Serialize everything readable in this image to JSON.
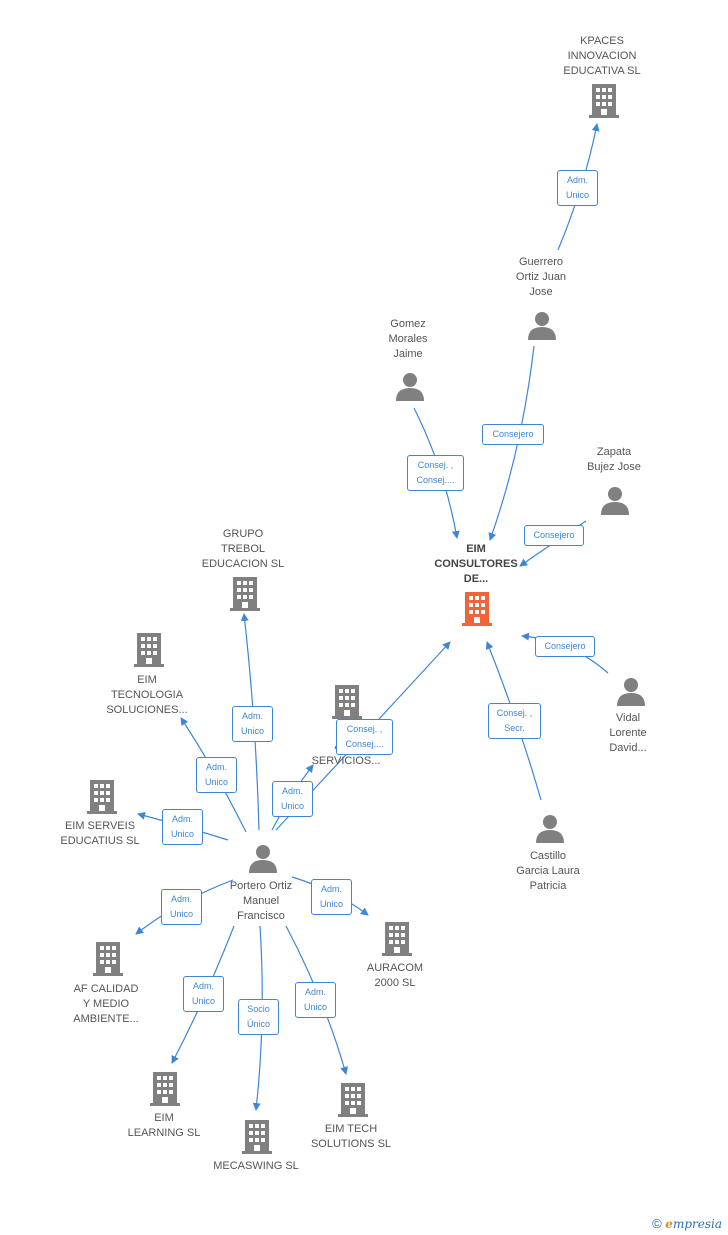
{
  "nodes": {
    "kpaces": "KPACES\nINNOVACION\nEDUCATIVA  SL",
    "guerrero": "Guerrero\nOrtiz Juan\nJose",
    "gomez": "Gomez\nMorales\nJaime",
    "zapata": "Zapata\nBujez Jose",
    "eim_main": "EIM\nCONSULTORES\nDE...",
    "vidal": "Vidal\nLorente\nDavid...",
    "castillo": "Castillo\nGarcia Laura\nPatricia",
    "grupo_trebol": "GRUPO\nTREBOL\nEDUCACION  SL",
    "eim_tecnologia": "EIM\nTECNOLOGIA\nSOLUCIONES...",
    "asoc_servicios": "ASO\nSERVICIOS...",
    "asoc_prefix": "E",
    "eim_serveis": "EIM SERVEIS\nEDUCATIUS SL",
    "portero": "Portero Ortiz\nManuel\nFrancisco",
    "auracom": "AURACOM\n2000 SL",
    "af_calidad": "AF CALIDAD\nY MEDIO\nAMBIENTE...",
    "eim_learning": "EIM\nLEARNING  SL",
    "mecaswing": "MECASWING SL",
    "eim_tech": "EIM TECH\nSOLUTIONS SL"
  },
  "relations": {
    "guerrero_kpaces": "Adm.\nUnico",
    "guerrero_main": "Consejero",
    "gomez_main": "Consej. ,\nConsej....",
    "zapata_main": "Consejero",
    "vidal_main": "Consejero",
    "castillo_main": "Consej. ,\nSecr.",
    "portero_main": "Consej. ,\nConsej....",
    "portero_trebol": "Adm.\nUnico",
    "portero_tecnologia": "Adm.\nUnico",
    "portero_asoc": "Adm.\nUnico",
    "portero_serveis": "Adm.\nUnico",
    "portero_auracom": "Adm.\nUnico",
    "portero_af": "Adm.\nUnico",
    "portero_learning": "Adm.\nUnico",
    "portero_mecaswing": "Socio\nÚnico",
    "portero_tech": "Adm.\nUnico"
  },
  "footer": {
    "copyright": "©",
    "brand_initial": "e",
    "brand_rest": "mpresia"
  },
  "colors": {
    "edge": "#3d86d6",
    "company": "#808080",
    "main_company": "#f0643a",
    "person": "#808080"
  }
}
